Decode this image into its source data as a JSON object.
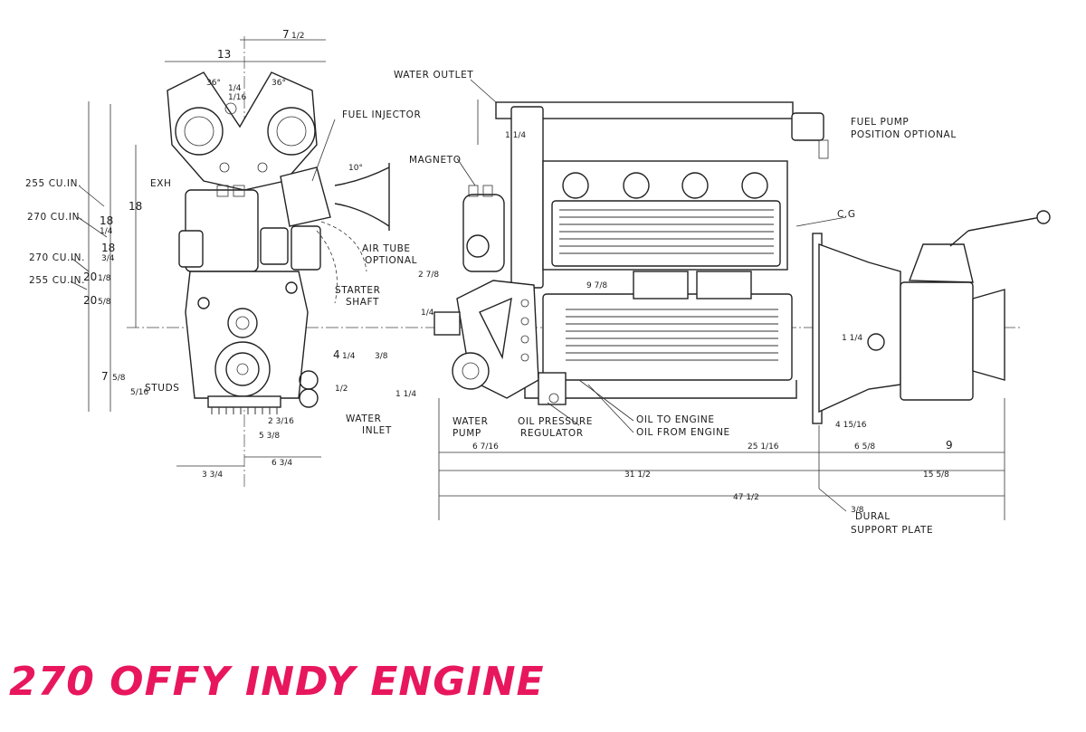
{
  "title": "270 OFFY INDY ENGINE",
  "accent_color": "#e8175d",
  "labels": {
    "water_outlet": "WATER OUTLET",
    "fuel_injector": "FUEL INJECTOR",
    "fuel_pump": "FUEL PUMP",
    "fuel_pump_position": "POSITION OPTIONAL",
    "magneto": "MAGNETO",
    "cg": "C.G",
    "exh": "EXH",
    "air_tube": "AIR TUBE",
    "air_tube_optional": "OPTIONAL",
    "starter": "STARTER",
    "starter_shaft": "SHAFT",
    "water": "WATER",
    "inlet": "INLET",
    "water_pump_1": "WATER",
    "water_pump_2": "PUMP",
    "oil_pressure": "OIL PRESSURE",
    "regulator": "REGULATOR",
    "oil_to_engine": "OIL TO ENGINE",
    "oil_from_engine": "OIL FROM ENGINE",
    "studs": "STUDS",
    "dural": "DURAL",
    "support_plate": "SUPPORT PLATE",
    "cu_255_a": "255 CU.IN.",
    "cu_270_a": "270 CU.IN.",
    "cu_270_b": "270 CU.IN.",
    "cu_255_b": "255 CU.IN."
  },
  "dimensions": {
    "d13": "13",
    "d7": "7",
    "d7_frac": "1/2",
    "d36a": "36°",
    "d36b": "36°",
    "d10deg": "10°",
    "d18": "18",
    "d118": "18",
    "d118_frac": "1/4",
    "d18_34": "18",
    "d18_34_frac": "3/4",
    "d20_18": "20",
    "d20_18_frac": "1/8",
    "d20_58": "20",
    "d20_58_frac": "5/8",
    "d7_58": "7",
    "d7_58_frac": "5/8",
    "d4_14": "4",
    "d4_14_frac": "1/4",
    "d3_38": "3/8",
    "d1_12": "1/2",
    "d2_78": "2 7/8",
    "d1_4a": "1/4",
    "d1_14a": "1 1/4",
    "d1_14b": "1 1/4",
    "d1_14c": "1 1/4",
    "d2_316": "2 3/16",
    "d5_38": "5 3/8",
    "d3_34": "3 3/4",
    "d6_34": "6 3/4",
    "d6_716": "6 7/16",
    "d9_78": "9 7/8",
    "d25_116": "25 1/16",
    "d4_1516": "4 15/16",
    "d6_58": "6 5/8",
    "d9": "9",
    "d31_12": "31 1/2",
    "d15_58": "15 5/8",
    "d47_12": "47 1/2",
    "d1_4b": "1/4",
    "d5_16": "5/16",
    "d3_8": "3/8",
    "d1_16": "1/16"
  }
}
